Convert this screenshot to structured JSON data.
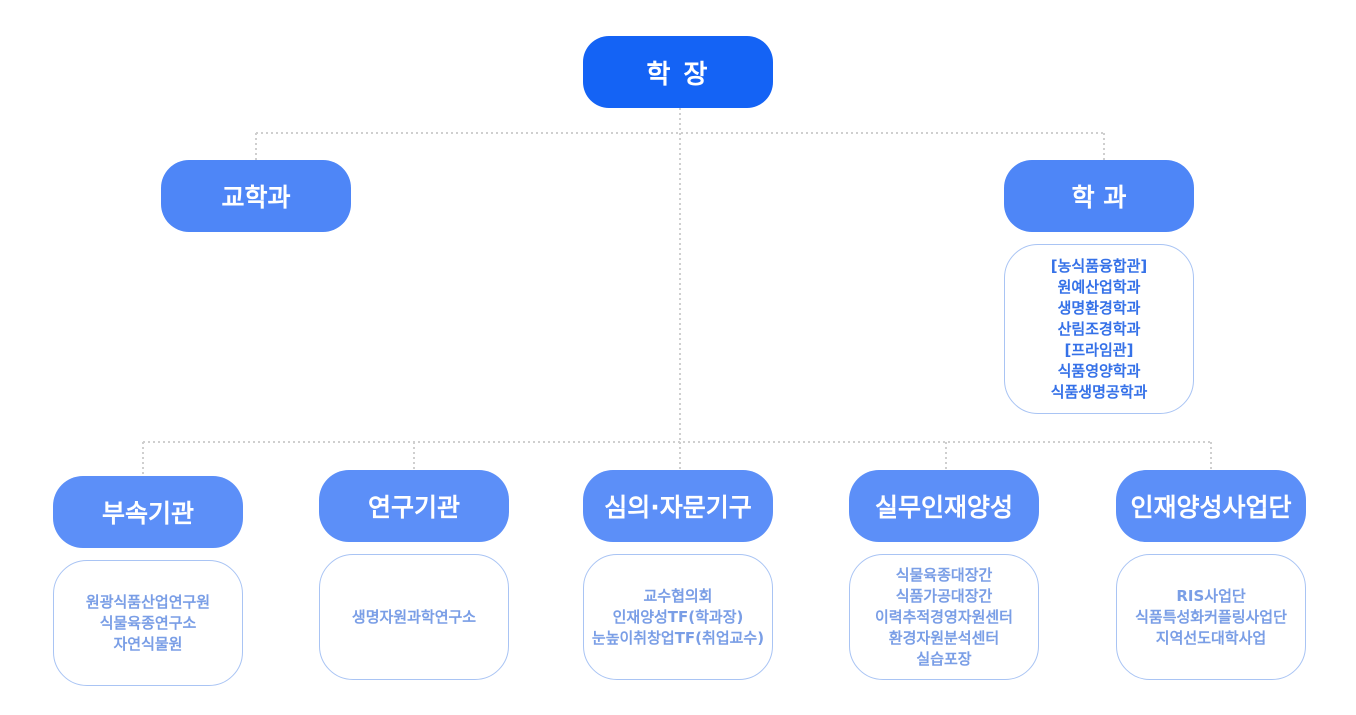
{
  "top": {
    "label": "학 장"
  },
  "level2": [
    {
      "label": "교학과",
      "items": []
    },
    {
      "label": "학 과",
      "items": [
        "[농식품융합관]",
        "원예산업학과",
        "생명환경학과",
        "산림조경학과",
        "[프라임관]",
        "식품영양학과",
        "식품생명공학과"
      ]
    }
  ],
  "level3": [
    {
      "label": "부속기관",
      "items": [
        "원광식품산업연구원",
        "식물육종연구소",
        "자연식물원"
      ]
    },
    {
      "label": "연구기관",
      "items": [
        "생명자원과학연구소"
      ]
    },
    {
      "label": "심의·자문기구",
      "items": [
        "교수협의회",
        "인재양성TF(학과장)",
        "눈높이취창업TF(취업교수)"
      ]
    },
    {
      "label": "실무인재양성",
      "items": [
        "식물육종대장간",
        "식품가공대장간",
        "이력추적경영자원센터",
        "환경자원분석센터",
        "실습포장"
      ]
    },
    {
      "label": "인재양성사업단",
      "items": [
        "RIS사업단",
        "식품특성화커플링사업단",
        "지역선도대학사업"
      ]
    }
  ],
  "colors": {
    "top_fill": "#1463f5",
    "level_fill": "#4e86f7",
    "box_border": "#a9c4f4",
    "dark_text": "#3571e8",
    "light_text": "#7a9ee6",
    "connector": "#cfcfcf"
  }
}
